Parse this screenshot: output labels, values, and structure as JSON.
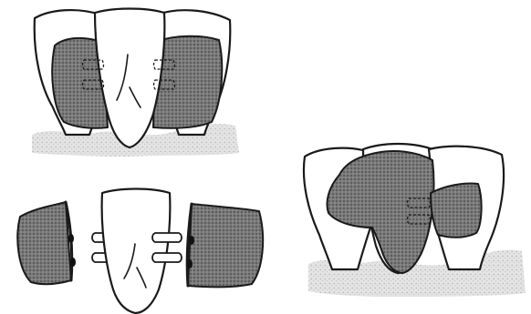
{
  "figure": {
    "panels": [
      {
        "key": "assembled_front",
        "component_count": 3
      },
      {
        "key": "exploded_view",
        "component_count": 3
      },
      {
        "key": "assembled_side",
        "component_count": 2
      }
    ],
    "colors": {
      "outline": "#1a1a1a",
      "metal_fill": "#6e6e6e",
      "gum_fill": "#d9d9d9",
      "tooth_fill": "#ffffff"
    }
  }
}
